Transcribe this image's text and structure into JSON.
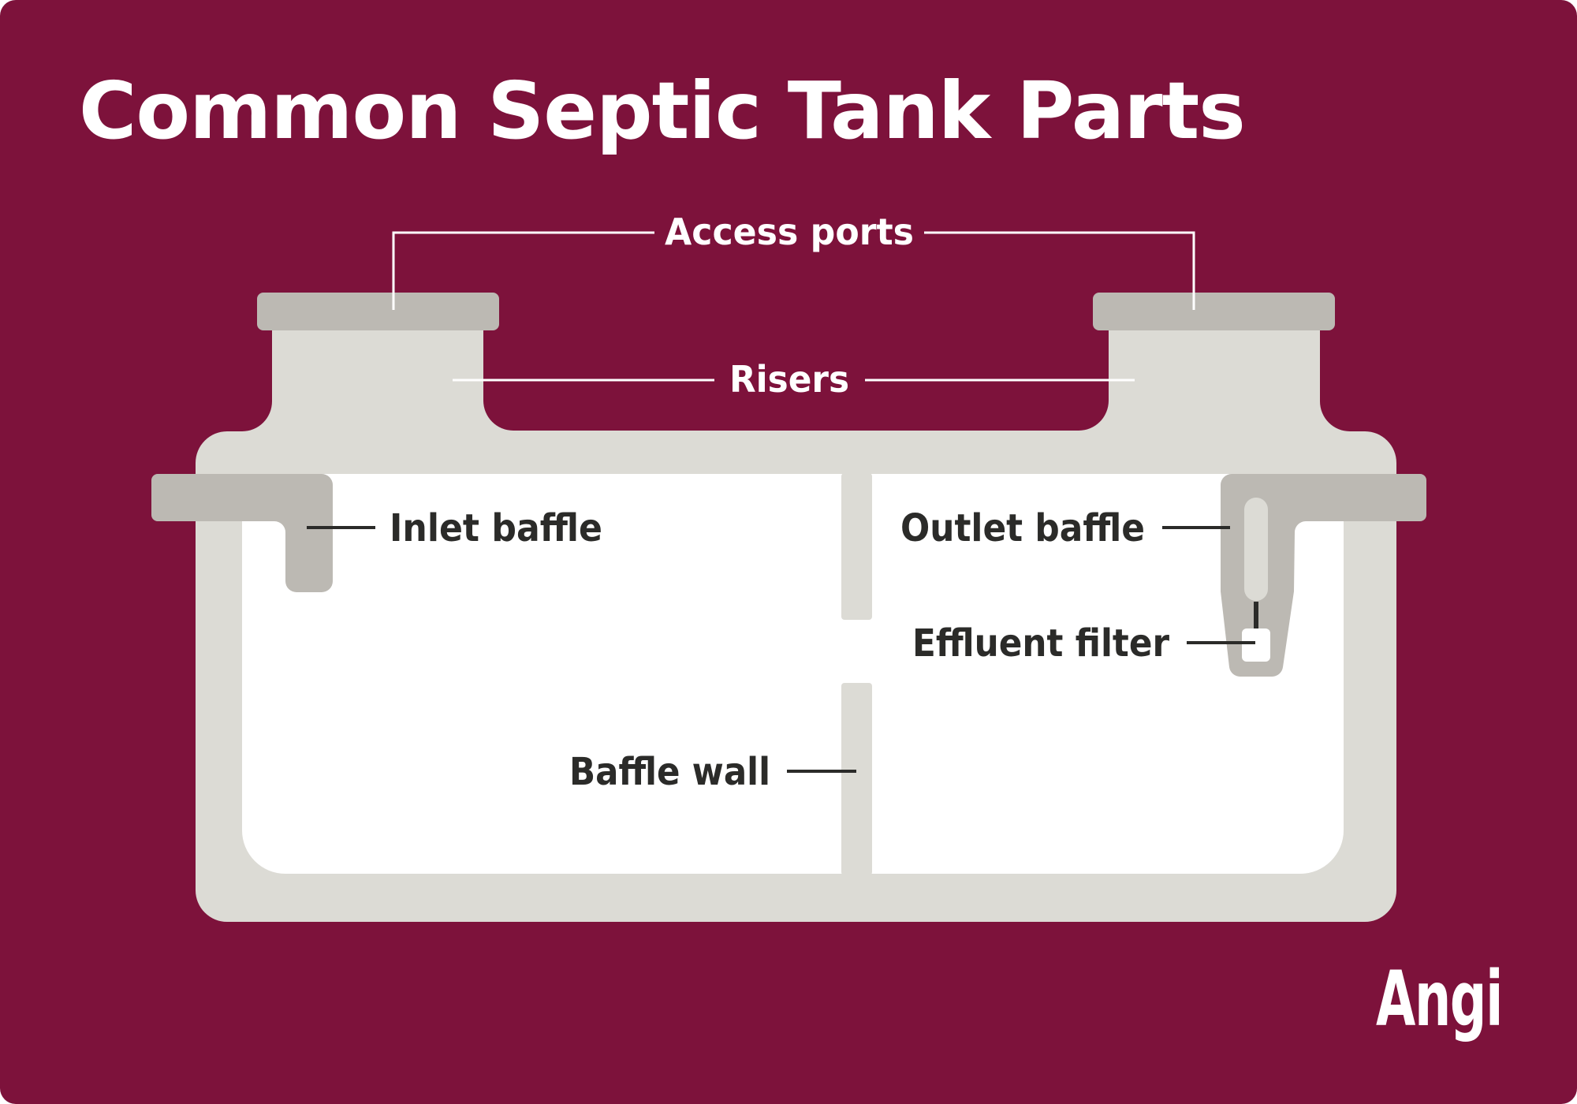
{
  "title": "Common Septic Tank Parts",
  "labels": {
    "access_ports": "Access ports",
    "risers": "Risers",
    "inlet_baffle": "Inlet baffle",
    "outlet_baffle": "Outlet baffle",
    "effluent_filter": "Effluent filter",
    "baffle_wall": "Baffle wall"
  },
  "logo": "Angi",
  "colors": {
    "background": "#7d123b",
    "tank": "#dcdbd5",
    "part": "#bcb9b3",
    "interior": "#ffffff",
    "text_light": "#ffffff",
    "text_dark": "#2b2b29"
  }
}
